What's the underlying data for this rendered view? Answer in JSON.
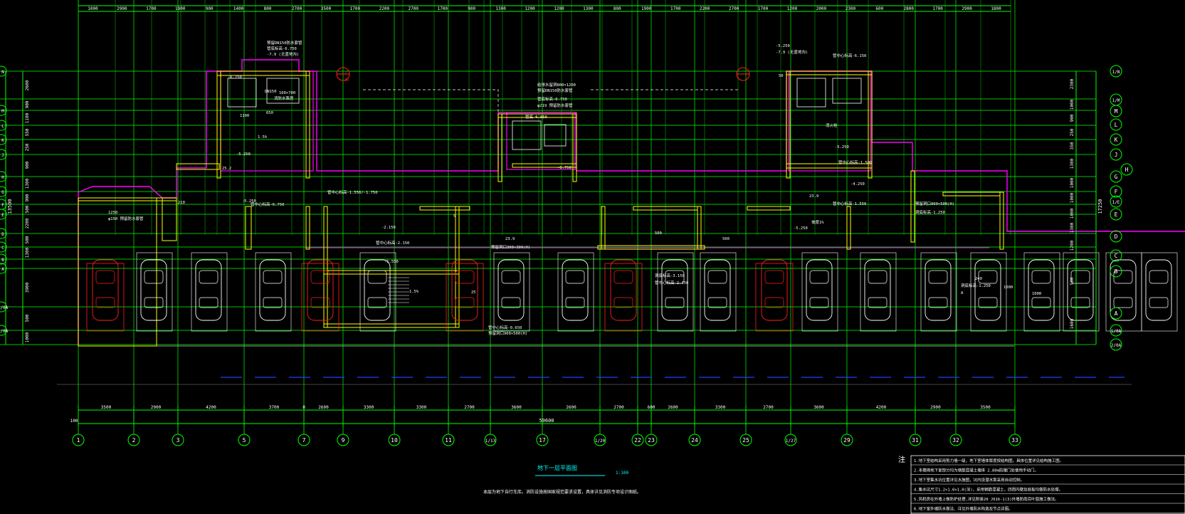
{
  "colors": {
    "background": "#000000",
    "axis": "#00ff00",
    "wall": "#ffff00",
    "boundary": "#ff00ff",
    "text": "#ffffff",
    "cyan": "#00ffff",
    "red": "#ff2020",
    "blue": "#2040ff"
  },
  "top_dims": [
    "1000",
    "2900",
    "1700",
    "1900",
    "900",
    "1400",
    "800",
    "2700",
    "3500",
    "1700",
    "2200",
    "2700",
    "1700",
    "900",
    "1300",
    "1200",
    "1200",
    "1300",
    "800",
    "1900",
    "1700",
    "2200",
    "2700",
    "1700",
    "1200",
    "2000",
    "2300",
    "600",
    "2800",
    "1700",
    "2900",
    "1800"
  ],
  "bottom_dims": [
    "3500",
    "2900",
    "4200",
    "3700",
    "2600",
    "3300",
    "3300",
    "2700",
    "3600",
    "2600",
    "2700",
    "2600",
    "3300",
    "2700",
    "3600",
    "4200",
    "2900",
    "3500"
  ],
  "bottom_total": "59600",
  "bottom_offsets": [
    "100",
    "0",
    "600"
  ],
  "bottom_axes": [
    "1",
    "2",
    "3",
    "5",
    "7",
    "9",
    "10",
    "11",
    "1/13",
    "17",
    "1/20",
    "22",
    "23",
    "24",
    "25",
    "1/27",
    "29",
    "31",
    "32",
    "33"
  ],
  "left_dims": [
    "2600",
    "900",
    "1100",
    "550",
    "250",
    "900",
    "1300",
    "900",
    "500",
    "2200",
    "500",
    "1300",
    "3900",
    "500",
    "1000"
  ],
  "left_overall": "13500",
  "right_dims": [
    "2300",
    "1000",
    "900",
    "250",
    "350",
    "1300",
    "1000",
    "1000",
    "1000",
    "1300",
    "1200",
    "500",
    "1600"
  ],
  "right_overall": "17250",
  "right_axes": [
    "1/N",
    "1/M",
    "M",
    "L",
    "K",
    "J",
    "H",
    "G",
    "F",
    "1/E",
    "E",
    "D",
    "C",
    "B",
    "A",
    "1/0A",
    "2/0A"
  ],
  "left_axes": [
    "N",
    "M",
    "L",
    "K",
    "J",
    "H",
    "G",
    "F",
    "E",
    "D",
    "C",
    "B",
    "A",
    "1/0A",
    "2/0A"
  ],
  "annotations": [
    "预留DN150防水套管",
    "管底标高-6.750",
    "-7.9 (无盖地沟)",
    "-6.750",
    "2",
    "35",
    "DN150",
    "100×700",
    "消防水泵房",
    "650",
    "1100",
    "1.5%",
    "-5.250",
    "25.2",
    "1250",
    "φ150 预留防水套管",
    "管中心标高-6.750",
    "-5.250",
    "管中心标高-1.550/-1.750",
    "给排水留洞800×1200",
    "预留DN150防水套管",
    "管底标高-6.750",
    "φ219 预留防水套管",
    "管底-6.850",
    "-6.750",
    "-5.250",
    "-7.9 (无盖地沟)",
    "50",
    "管中心标高-6.150",
    "消火栓",
    "-5.250",
    "23.9",
    "管中心标高-1.550",
    "预留洞口900×500(H)",
    "洞底标高-1.250",
    "-4.250",
    "管中心标高-1.500",
    "坡度1%",
    "-5.250",
    "-2.150",
    "管中心标高-2.150",
    "-1.550",
    "23.9",
    "预留洞口300×300(H)",
    "洞底标高-3.150",
    "管中心标高-2.150",
    "管中心标高-0.650",
    "预留洞口900×500(H)",
    "洞底标高-1.250",
    "A",
    "1.5%",
    "1000",
    "1000",
    "5",
    "25",
    "210",
    "500",
    "500",
    "240"
  ],
  "title": "地下一层平面图",
  "scale": "1:100",
  "title_note": "本层为地下自行车库。消防设施按国家规范要求设置，具体详见消防专项设计图纸。",
  "notes_heading": "注",
  "notes": [
    "1.地下室结构采用剪力墙一级，地下室墙体厚度按结构图，具体位置详见结构施工图。",
    "2.本楼梯地下室部分均为钢筋混凝土墙体          2.80m防爆门处使用手动门。",
    "3.地下室集水坑位置详见水施图，坑内设潜水泵采用自动控制。",
    "4.集水坑尺寸1.2×1.0×1.0(深)，采用钢筋混凝土，四周内壁及底板均做防水处理。",
    "5.风机房在外墙上做防护处理,详见附录20 J916-1(3)外墙防雨百叶窗施工做法。",
    "6.地下室外墙防水做法、详见外墙防水构造及节点详图。"
  ]
}
